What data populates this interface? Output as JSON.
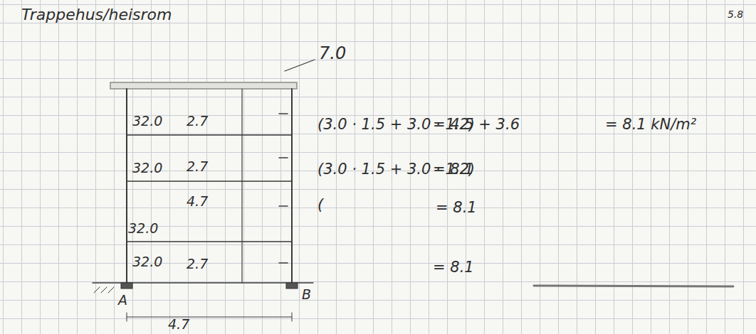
{
  "diagram": {
    "title": "Trappehus/heisrom",
    "labels": [
      "5.8",
      "7.0",
      "32.0",
      "2.7",
      "(3.0 · 1.5 + 3.0 · 1.2)",
      "= 4.5 + 3.6",
      "= 8.1 kN/m²",
      "32.0",
      "2.7",
      "(3.0 · 1.5 + 3.0 · 1.2)",
      "= 8.1",
      "4.7",
      "(",
      "= 8.1",
      "32.0",
      "32.0",
      "2.7",
      "= 8.1",
      "A",
      "B",
      "4.7"
    ]
  }
}
